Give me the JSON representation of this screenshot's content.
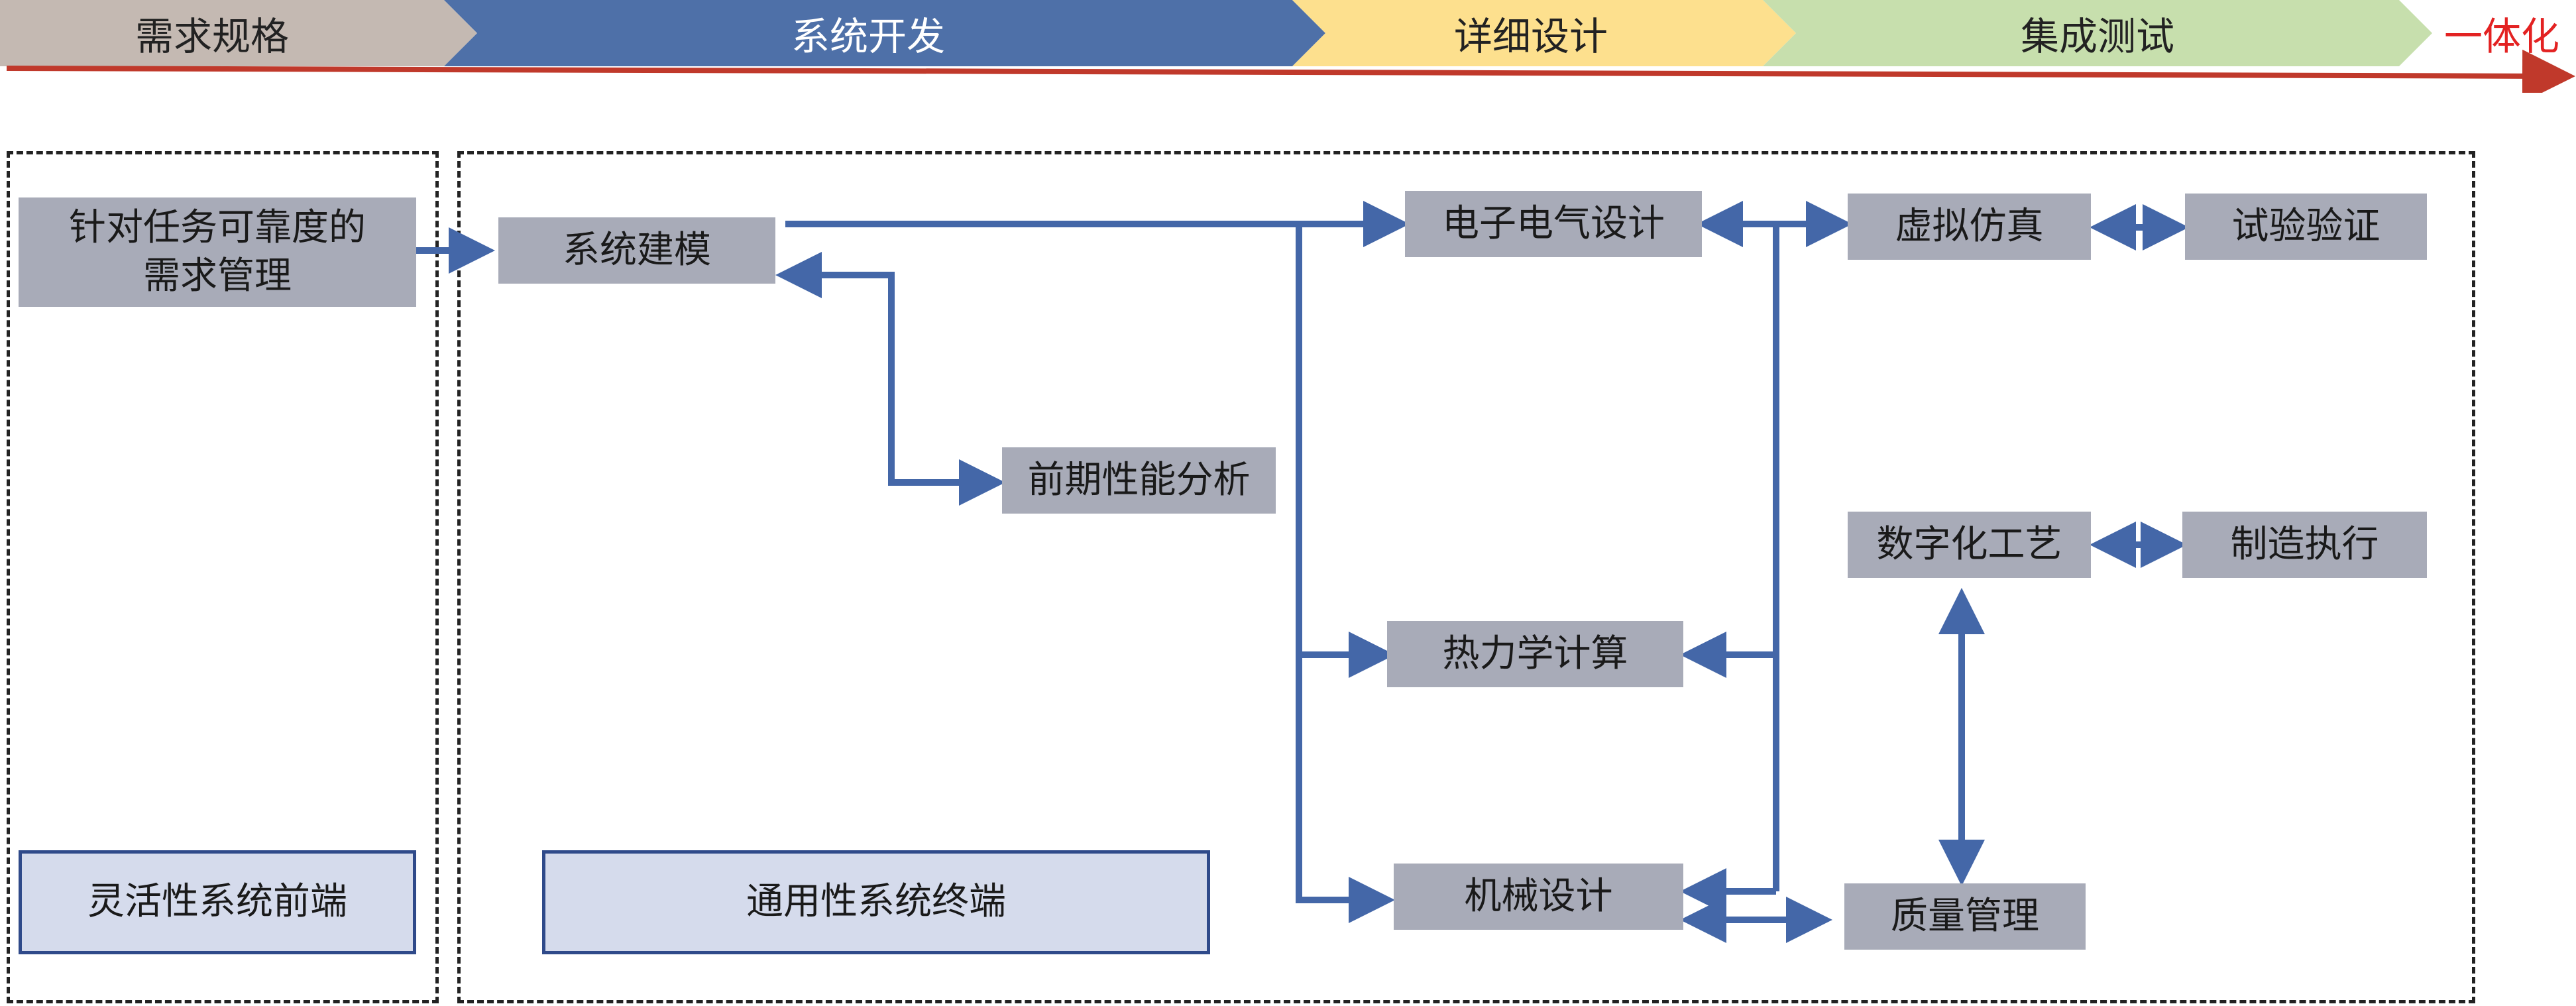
{
  "timeline": {
    "stages": [
      "需求规格",
      "系统开发",
      "详细设计",
      "集成测试"
    ],
    "end_label": "一体化",
    "colors": {
      "stage1": "#c4b9b2",
      "stage2": "#4e70a8",
      "stage3": "#fde08e",
      "stage4": "#c7dfad",
      "line": "#c0392b"
    }
  },
  "nodes": {
    "requirement": "针对任务可靠度的\n需求管理",
    "system_modeling": "系统建模",
    "preliminary_analysis": "前期性能分析",
    "electrical_design": "电子电气设计",
    "thermal_calc": "热力学计算",
    "mechanical_design": "机械设计",
    "virtual_simulation": "虚拟仿真",
    "test_verification": "试验验证",
    "digital_process": "数字化工艺",
    "manufacturing": "制造执行",
    "quality_mgmt": "质量管理"
  },
  "legend": {
    "flexible_frontend": "灵活性系统前端",
    "general_terminal": "通用性系统终端"
  },
  "colors": {
    "box": "#a8abb8",
    "arrow": "#4467a8",
    "legend_fill": "#d5dbec",
    "legend_border": "#2f4a8a"
  }
}
